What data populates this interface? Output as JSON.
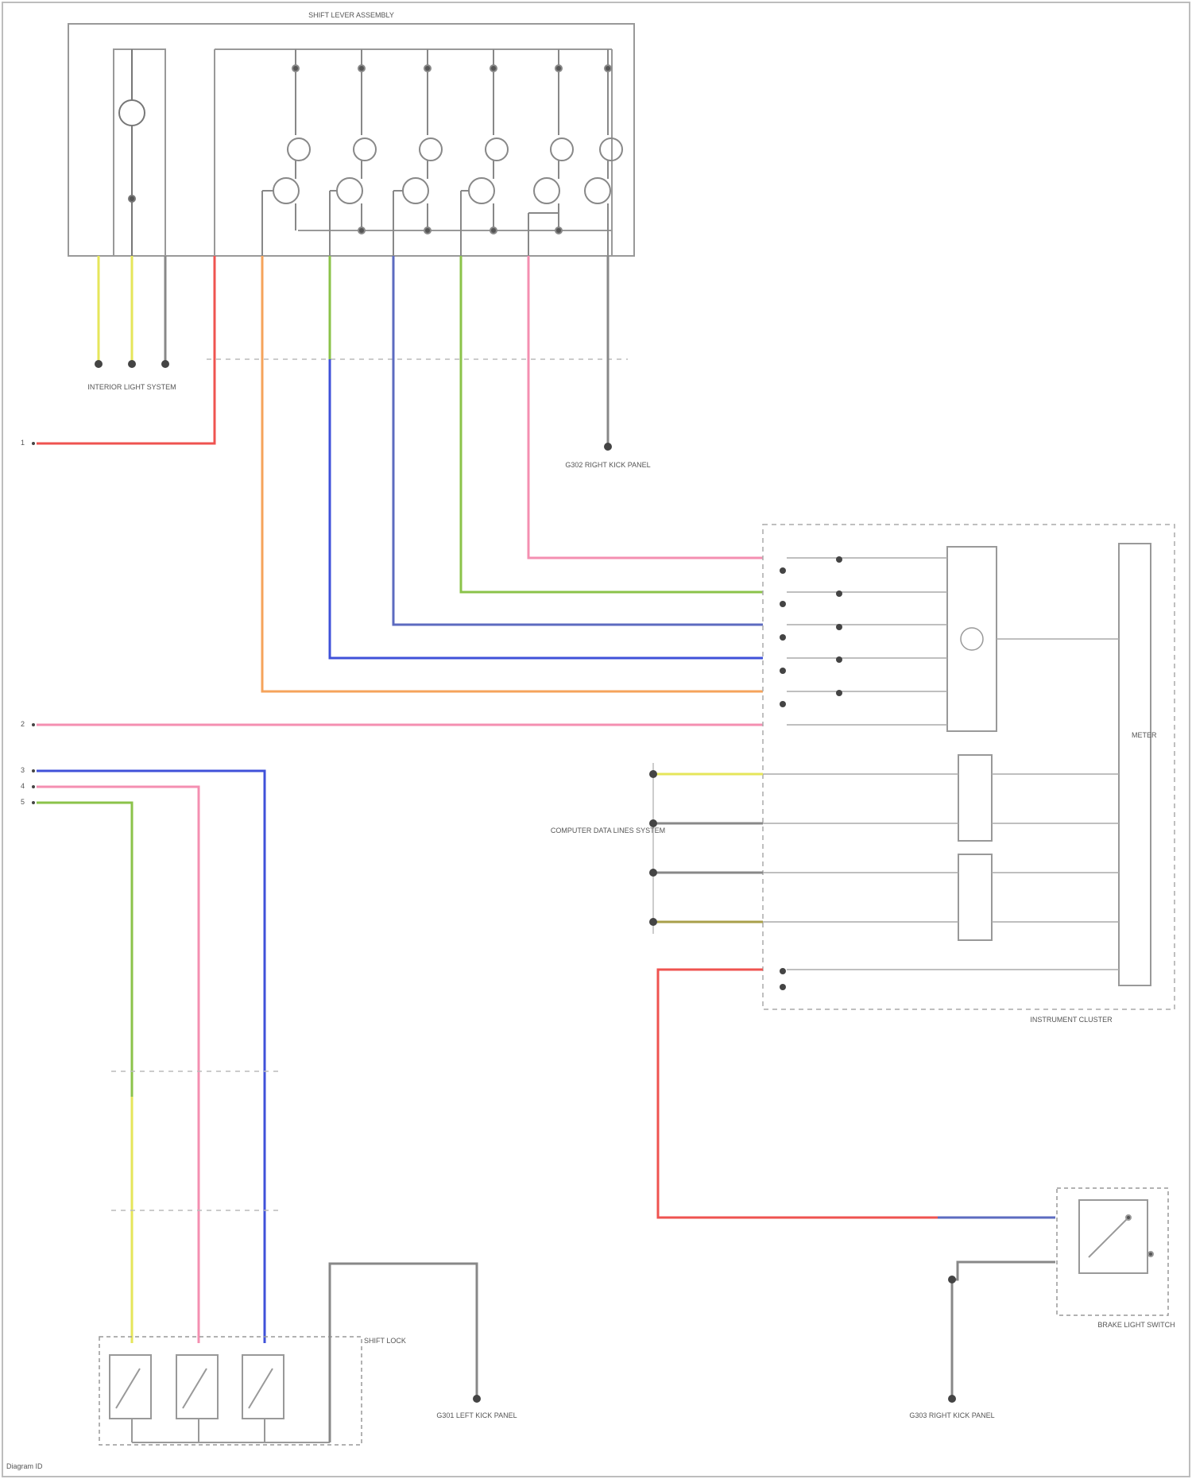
{
  "diagram": {
    "modules": {
      "shift_lever": "SHIFT LEVER ASSEMBLY",
      "instrument_cluster": "INSTRUMENT CLUSTER",
      "shift_lock": "SHIFT LOCK",
      "brake_switch": "BRAKE LIGHT SWITCH"
    },
    "labels": {
      "illumination": "INTERIOR LIGHT SYSTEM",
      "ground_left": "G301 LEFT KICK PANEL",
      "ground_center": "G302 RIGHT KICK PANEL",
      "ground_right": "G303 RIGHT KICK PANEL",
      "network": "COMPUTER DATA LINES SYSTEM",
      "meter": "METER",
      "footer": "Diagram ID"
    },
    "wire_colors": {
      "red": "#ef5350",
      "orange": "#f5a35b",
      "green": "#8bc34a",
      "blue": "#3f51d9",
      "pink": "#f06292",
      "yellow": "#e6e65a",
      "gray": "#888888",
      "olive": "#a89f4a"
    },
    "terminals_left": [
      "1",
      "2",
      "3",
      "4",
      "5"
    ]
  }
}
